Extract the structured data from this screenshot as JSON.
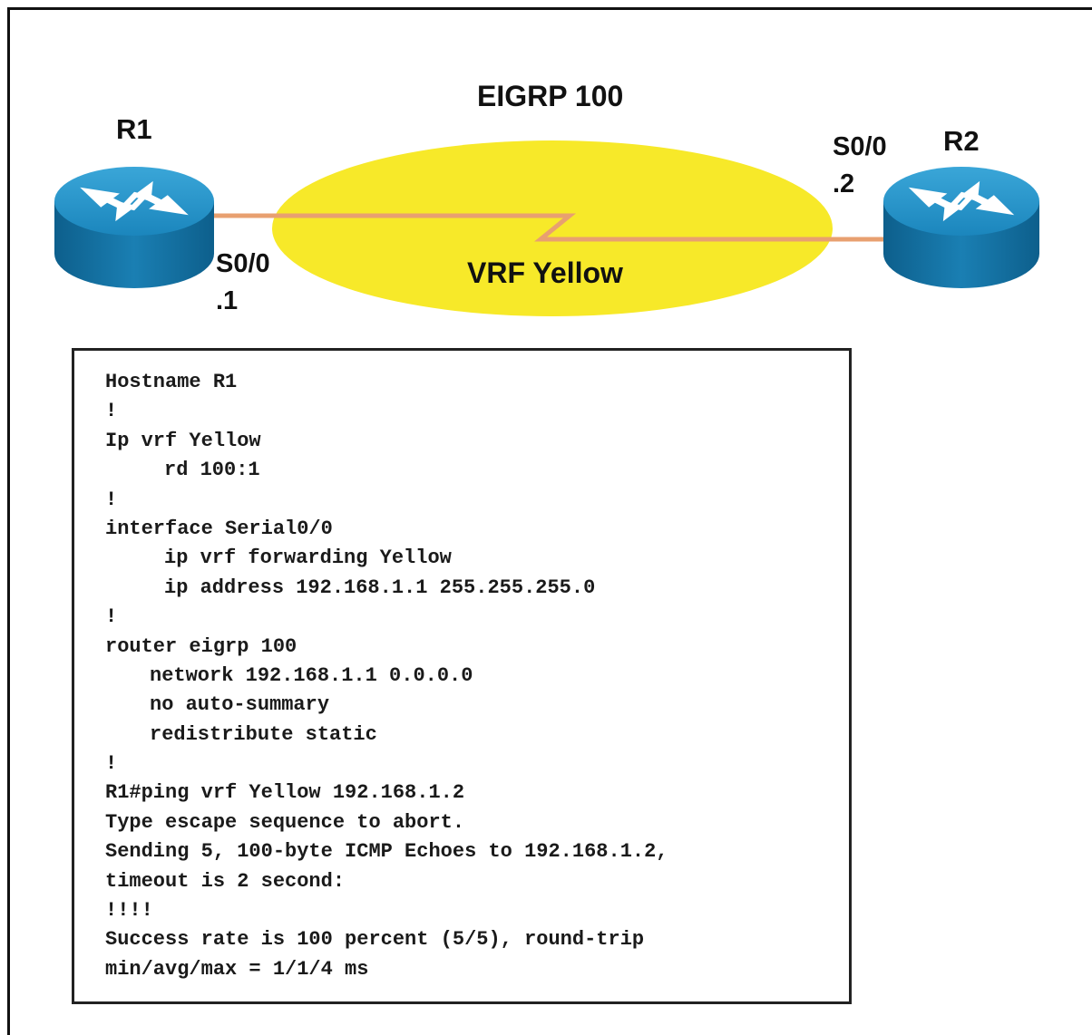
{
  "diagram": {
    "protocol_label": "EIGRP 100",
    "vrf_label": "VRF Yellow",
    "vrf_color": "#f7e929",
    "link_color": "#e8a070",
    "router_color": "#1a7fb3",
    "routers": [
      {
        "name": "R1",
        "interface": "S0/0",
        "address": ".1"
      },
      {
        "name": "R2",
        "interface": "S0/0",
        "address": ".2"
      }
    ]
  },
  "config": {
    "lines": [
      "Hostname R1",
      "!",
      "Ip vrf Yellow",
      "rd 100:1",
      "!",
      "interface Serial0/0",
      "ip vrf forwarding Yellow",
      "ip address 192.168.1.1 255.255.255.0",
      "!",
      "router eigrp 100",
      "network 192.168.1.1 0.0.0.0",
      "no auto-summary",
      "redistribute static",
      "!",
      "R1#ping vrf Yellow 192.168.1.2",
      "Type escape sequence to abort.",
      "Sending 5, 100-byte ICMP Echoes to 192.168.1.2,",
      "timeout is 2 second:",
      "!!!!",
      "Success rate is 100 percent (5/5), round-trip",
      "min/avg/max = 1/1/4 ms"
    ]
  }
}
